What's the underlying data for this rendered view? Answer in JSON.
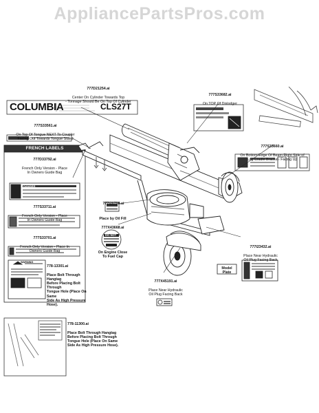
{
  "watermark": "AppliancePartsPros.com",
  "brand": {
    "logo_text": "COLUMBIA",
    "model": "CLS27T"
  },
  "french_labels_header": "FRENCH LABELS",
  "model_plate": "Model Plate",
  "callouts": [
    {
      "id": "c1",
      "part": "777D21254.ai",
      "desc": "Center On Cylinder Towards Top\n- Tonnage Should Be On Top Of Cylinder"
    },
    {
      "id": "c2",
      "part": "777S33682.ai",
      "desc": "On TOP Of Dislodger"
    },
    {
      "id": "c3",
      "part": "777S33561.ai",
      "desc": "On Top Of Tongue NEXT To Coupler\nFacing Out Towards Tongue Stand"
    },
    {
      "id": "c4",
      "part": "777S33660.ai",
      "desc": "On Bottom Edge Of Beam Right Side of\nLog Cradle Bracket- Facing Up"
    },
    {
      "id": "c5",
      "part": "777D33792.ai",
      "desc": "French Only Version - Place\nIn Owners Guide Bag"
    },
    {
      "id": "c6",
      "part": "777S33711.ai",
      "desc": "French Only Version - Place\nIn Owners Guide Bag"
    },
    {
      "id": "c7",
      "part": "777S33701.ai",
      "desc": "French Only Version - Place In\nOwners Guide Bag"
    },
    {
      "id": "c8",
      "part": "777I20798.ai",
      "desc": "Place by Oil Fill"
    },
    {
      "id": "c9",
      "part": "777X43668.ai",
      "desc": "On Engine Close\nTo Fuel Cap"
    },
    {
      "id": "c10",
      "part": "777I23432.ai",
      "desc": "Place Near Hydraulic\nOil Plug Facing Back"
    },
    {
      "id": "c11",
      "part": "777X45191.ai",
      "desc": "Place Near Hydraulic\nOil Plug Facing Back"
    },
    {
      "id": "c12",
      "part": "778-13301.ai",
      "desc": "Place Bolt Through Hangtag\nBefore Placing Bolt Through\nTongue Hole (Place On Same\nSide As High Pressure Hose)."
    },
    {
      "id": "c13",
      "part": "778-11300.ai",
      "desc": "Place Bolt Through Hangtag\nBefore Placing Bolt Through\nTongue Hole (Place On Same\nSide As High Pressure Hose)."
    }
  ],
  "decal_text": {
    "danger": "DANGER",
    "do_not": "DO NOT",
    "warning": "WARNING"
  }
}
